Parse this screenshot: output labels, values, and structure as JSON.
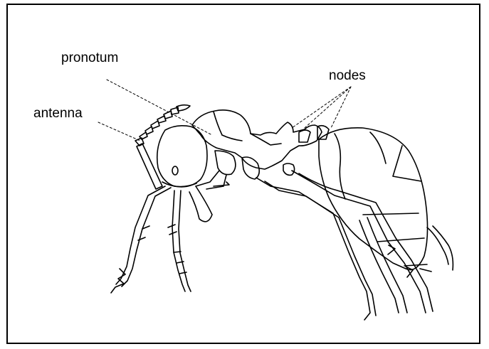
{
  "labels": {
    "pronotum": "pronotum",
    "antenna": "antenna",
    "nodes": "nodes"
  },
  "colors": {
    "line": "#000000",
    "background": "#ffffff"
  }
}
